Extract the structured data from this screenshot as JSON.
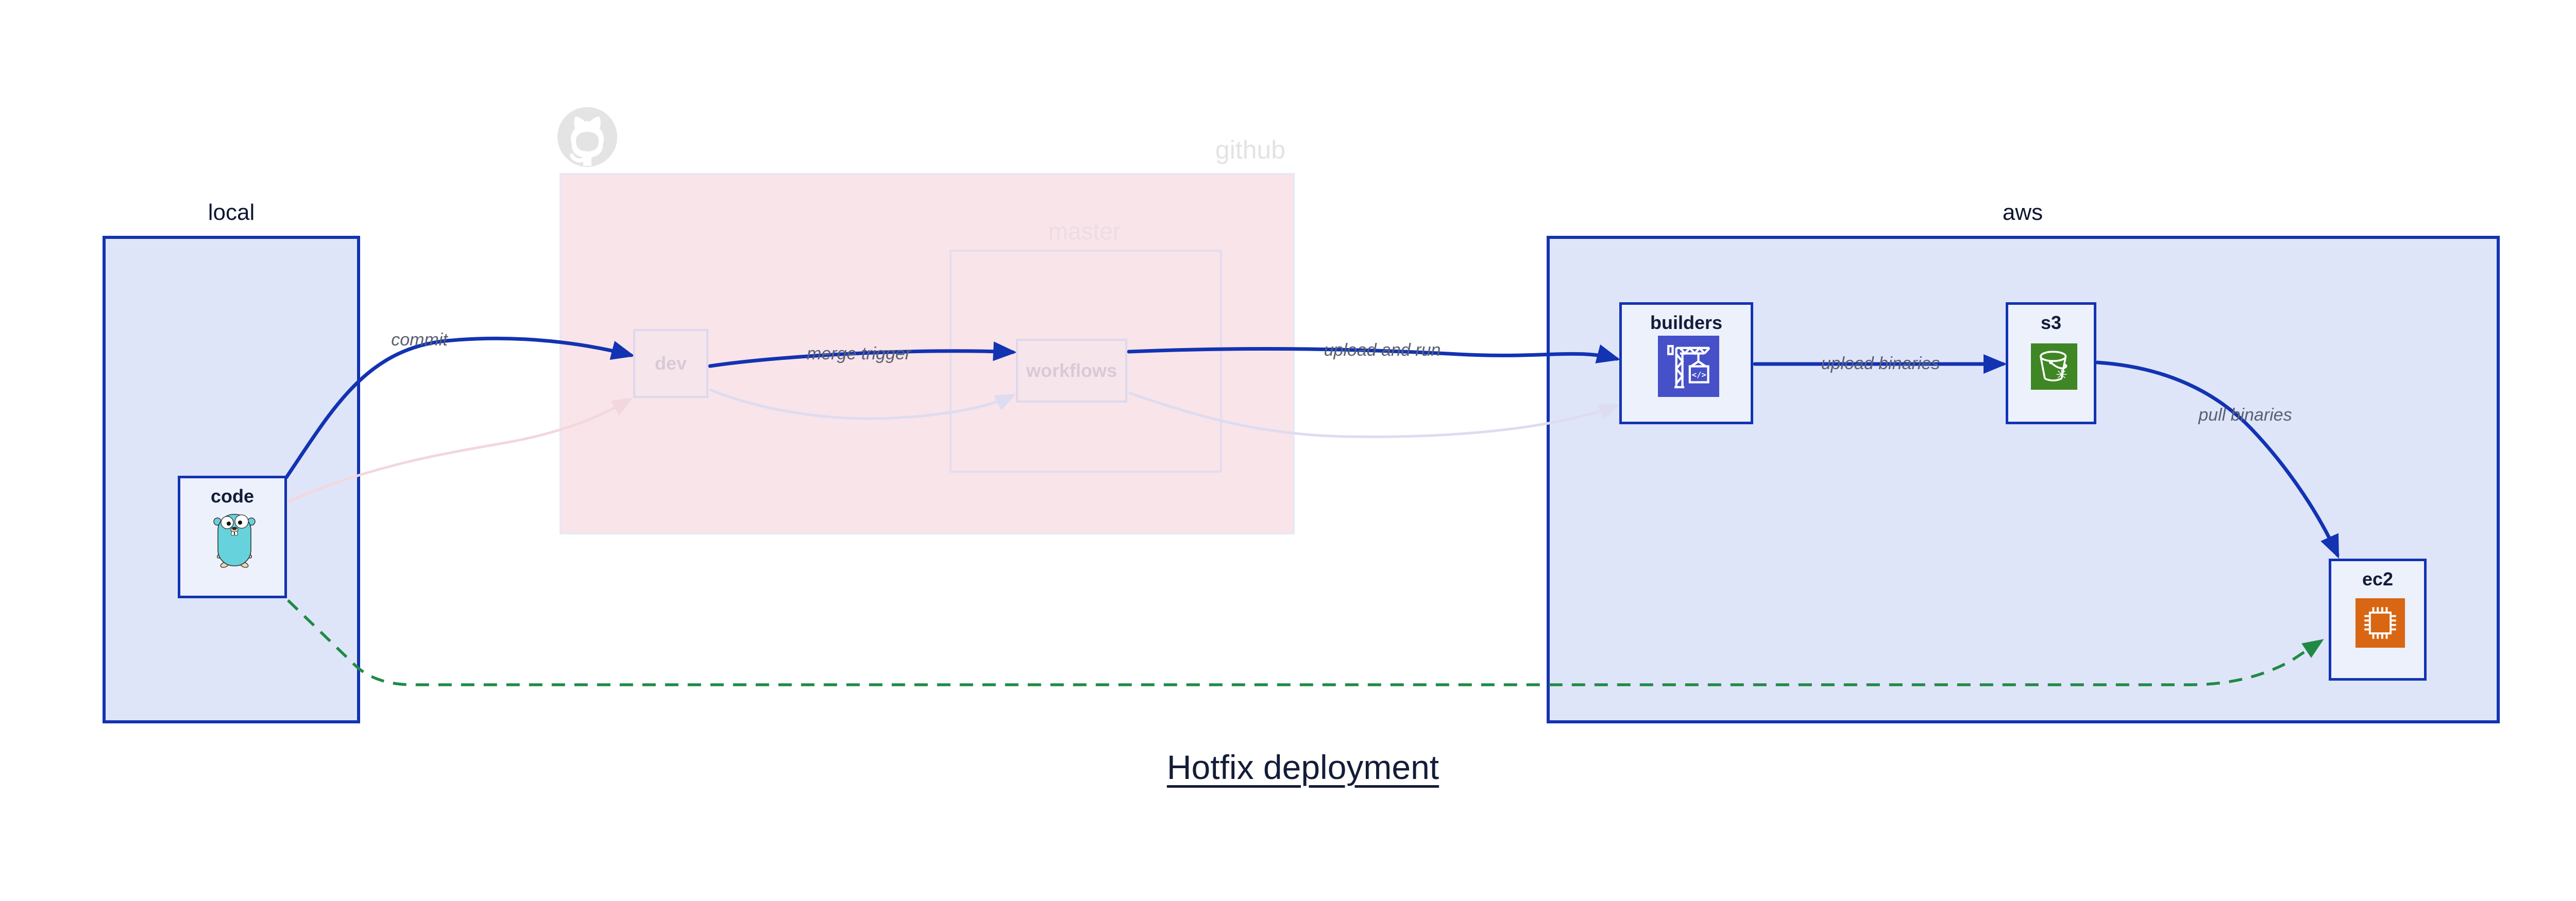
{
  "title": "Hotfix deployment",
  "regions": {
    "local": {
      "label": "local"
    },
    "github": {
      "label": "github"
    },
    "master": {
      "label": "master"
    },
    "aws": {
      "label": "aws"
    }
  },
  "nodes": {
    "code": {
      "label": "code",
      "icon": "gopher-icon"
    },
    "dev": {
      "label": "dev",
      "icon": null
    },
    "workflows": {
      "label": "workflows",
      "icon": null
    },
    "builders": {
      "label": "builders",
      "icon": "codebuild-crane-icon"
    },
    "s3": {
      "label": "s3",
      "icon": "s3-bucket-icon"
    },
    "ec2": {
      "label": "ec2",
      "icon": "ec2-chip-icon"
    }
  },
  "edges": [
    {
      "id": "commit",
      "label": "commit",
      "from": "code",
      "to": "dev",
      "style": "active-blue"
    },
    {
      "id": "merge-trigger",
      "label": "merge trigger",
      "from": "dev",
      "to": "workflows",
      "style": "active-blue"
    },
    {
      "id": "upload-and-run",
      "label": "upload and run",
      "from": "workflows",
      "to": "builders",
      "style": "active-blue"
    },
    {
      "id": "upload-binaries",
      "label": "upload binaries",
      "from": "builders",
      "to": "s3",
      "style": "active-blue"
    },
    {
      "id": "pull-binaries",
      "label": "pull binaries",
      "from": "s3",
      "to": "ec2",
      "style": "active-blue"
    },
    {
      "id": "hotfix-path",
      "label": "",
      "from": "code",
      "to": "ec2",
      "style": "dashed-green"
    },
    {
      "id": "code-dev-faded",
      "label": "",
      "from": "code",
      "to": "dev",
      "style": "faded-pink"
    },
    {
      "id": "dev-workflows-faded",
      "label": "",
      "from": "dev",
      "to": "workflows",
      "style": "faded-lavender"
    },
    {
      "id": "workflows-builders-faded",
      "label": "",
      "from": "workflows",
      "to": "builders",
      "style": "faded-lavender"
    }
  ],
  "colors": {
    "active_edge_blue": "#1233b2",
    "region_fill_blue": "#dfe5f8",
    "node_fill": "#edf1fc",
    "github_region_pink": "#f9e4e9",
    "faded_border_lavender": "#ddd8ec",
    "hotfix_green": "#208a45",
    "codebuild_icon_bg": "#4650c8",
    "s3_icon_bg": "#3f8624",
    "ec2_icon_bg": "#d86613",
    "gopher_teal": "#66d3dc",
    "edge_label_gray": "#5a6072",
    "dark_navy_text": "#131c38",
    "faded_text": "#d8cad5",
    "github_logo_gray": "#e4e4e4"
  }
}
